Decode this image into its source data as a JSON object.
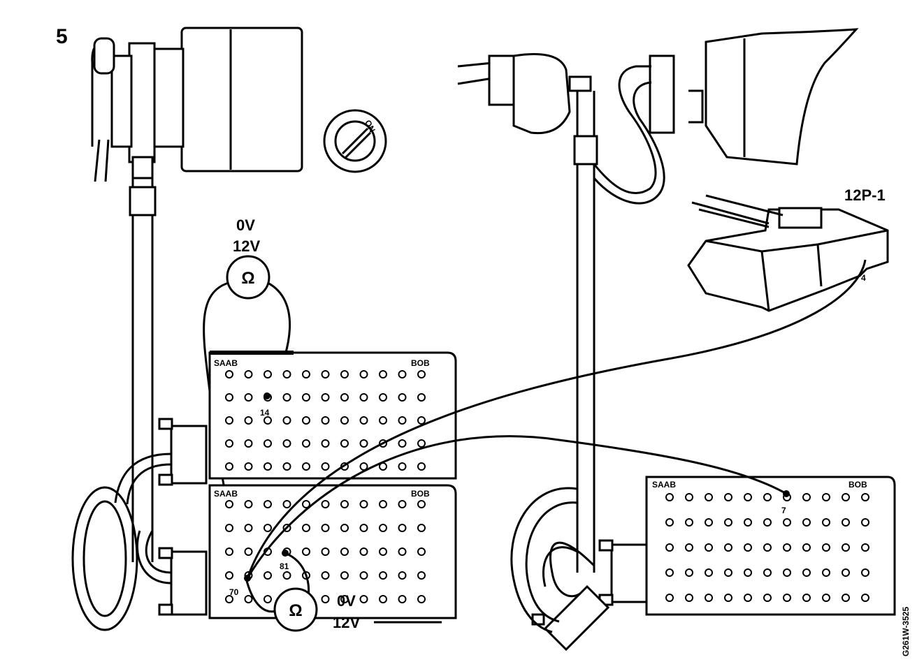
{
  "figure": {
    "step_number": "5",
    "drawing_code": "G261W-3525"
  },
  "meter_top": {
    "symbol": "Ω",
    "reading_1": "0V",
    "reading_2": "12V"
  },
  "meter_bottom": {
    "symbol": "Ω",
    "reading_1": "0V",
    "reading_2": "12V"
  },
  "ignition_switch": {
    "label": "ON"
  },
  "connector": {
    "label": "12P-1",
    "pin": "4"
  },
  "breakout_box_1": {
    "brand": "SAAB",
    "tag": "BOB",
    "pin_label": "14"
  },
  "breakout_box_2": {
    "brand": "SAAB",
    "tag": "BOB",
    "pin_label_a": "70",
    "pin_label_b": "81"
  },
  "breakout_box_3": {
    "brand": "SAAB",
    "tag": "BOB",
    "pin_label": "7"
  },
  "colors": {
    "ink": "#000000",
    "paper": "#ffffff"
  }
}
